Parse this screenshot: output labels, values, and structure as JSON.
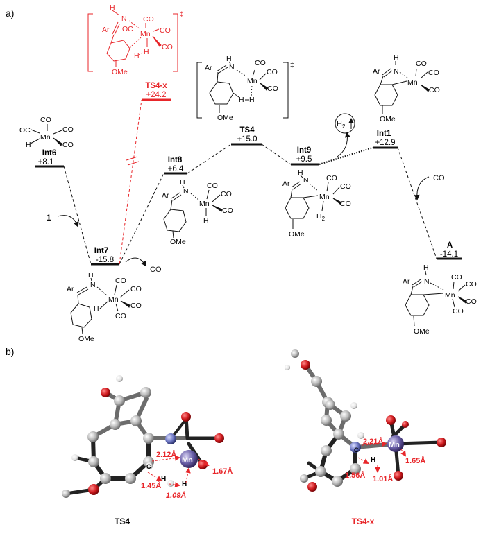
{
  "panel_a_label": "a)",
  "panel_b_label": "b)",
  "colors": {
    "black": "#111111",
    "red": "#e8262a",
    "purple": "#6a5fa8",
    "grey": "#b8b8b8",
    "oxygen": "#c0181c"
  },
  "states": [
    {
      "id": "int6",
      "name": "Int6",
      "energy": "+8.1"
    },
    {
      "id": "int7",
      "name": "Int7",
      "energy": "-15.8"
    },
    {
      "id": "ts4x",
      "name": "TS4-x",
      "energy": "+24.2"
    },
    {
      "id": "int8",
      "name": "Int8",
      "energy": "+6.4"
    },
    {
      "id": "ts4",
      "name": "TS4",
      "energy": "+15.0"
    },
    {
      "id": "int9",
      "name": "Int9",
      "energy": "+9.5"
    },
    {
      "id": "int1",
      "name": "Int1",
      "energy": "+12.9"
    },
    {
      "id": "a",
      "name": "A",
      "energy": "-14.1"
    }
  ],
  "species": {
    "reagent_1": "1",
    "co_loss": "CO",
    "co_gain": "CO",
    "h2": "H",
    "h2_sub": "2"
  },
  "chem_text": {
    "ar": "Ar",
    "n": "N",
    "h": "H",
    "mn": "Mn",
    "co": "CO",
    "oc": "OC",
    "ome": "OMe",
    "dagger": "‡",
    "h2_lig": "H",
    "h2_lig_sub": "2",
    "c_frag": "C"
  },
  "panel_b": {
    "ts4": {
      "caption": "TS4",
      "distances": [
        "2.12Å",
        "1.67Å",
        "1.45Å",
        "1.09Å"
      ],
      "atom_labels": {
        "metal": "Mn",
        "carbon": "C",
        "h1": "H",
        "h2": "H"
      }
    },
    "ts4x": {
      "caption": "TS4-x",
      "distances": [
        "2.21Å",
        "1.65Å",
        "1.56Å",
        "1.01Å"
      ],
      "atom_labels": {
        "metal": "Mn",
        "carbon": "C",
        "h1": "H"
      }
    }
  }
}
